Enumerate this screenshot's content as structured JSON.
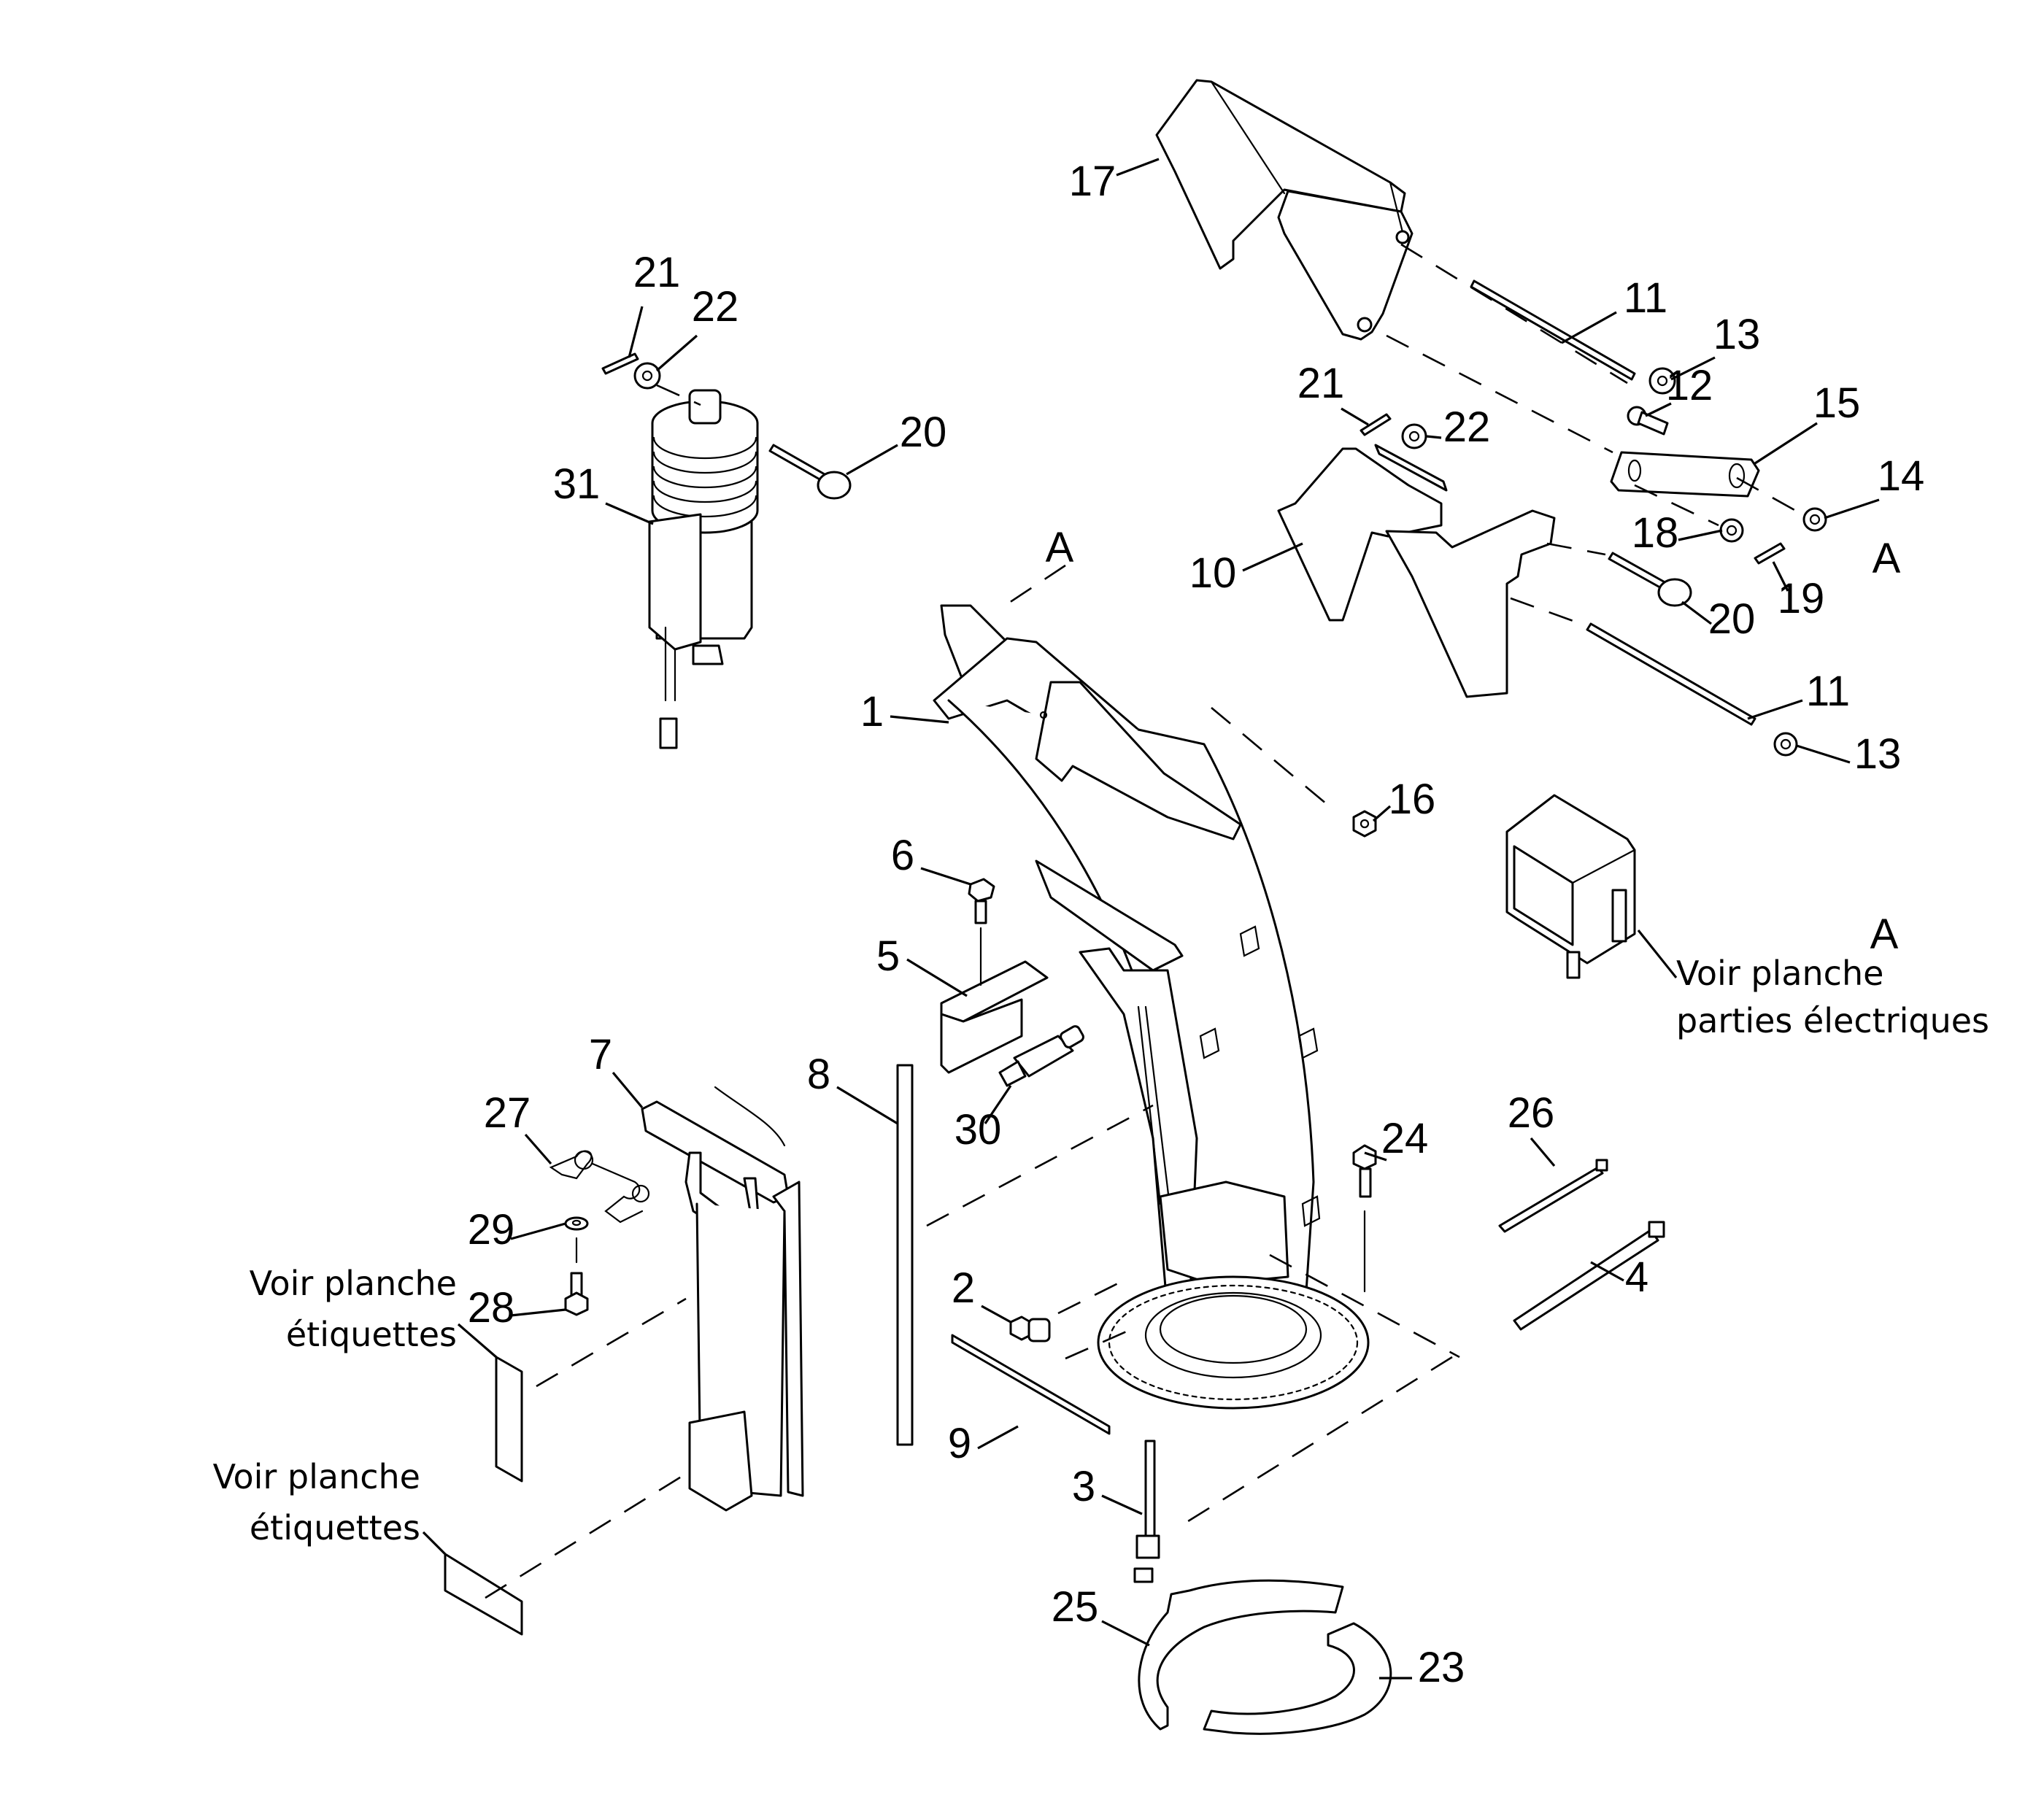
{
  "diagram": {
    "title": "Chute assembly exploded parts view",
    "callouts": {
      "c1": "1",
      "c2": "2",
      "c3": "3",
      "c4": "4",
      "c5": "5",
      "c6": "6",
      "c7": "7",
      "c8": "8",
      "c9": "9",
      "c10": "10",
      "c11a": "11",
      "c11b": "11",
      "c12": "12",
      "c13a": "13",
      "c13b": "13",
      "c14": "14",
      "c15": "15",
      "c16": "16",
      "c17": "17",
      "c18": "18",
      "c19": "19",
      "c20a": "20",
      "c20b": "20",
      "c21a": "21",
      "c21b": "21",
      "c22a": "22",
      "c22b": "22",
      "c23": "23",
      "c24": "24",
      "c25": "25",
      "c26": "26",
      "c27": "27",
      "c28": "28",
      "c29": "29",
      "c30": "30",
      "c31": "31",
      "refA1": "A",
      "refA2": "A",
      "refA3": "A"
    },
    "notes": {
      "electrical": [
        "Voir planche",
        "parties électriques"
      ],
      "labels_1": [
        "Voir planche",
        "étiquettes"
      ],
      "labels_2": [
        "Voir planche",
        "étiquettes"
      ]
    }
  }
}
